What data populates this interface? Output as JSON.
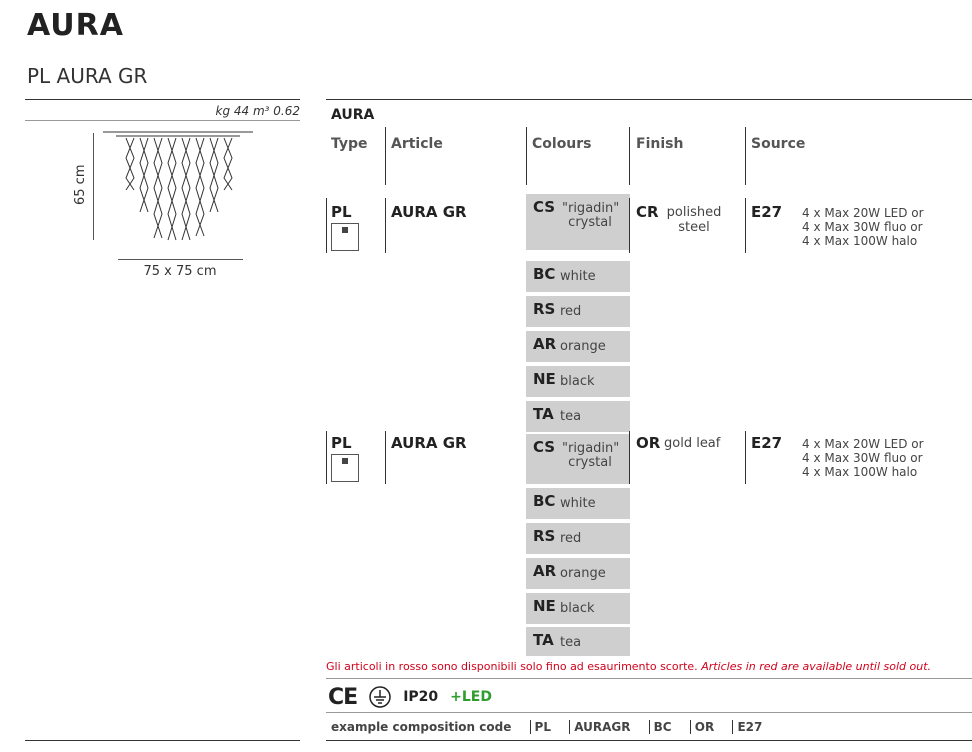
{
  "header": {
    "title": "AURA",
    "subtitle": "PL AURA GR"
  },
  "product_info": {
    "weight_volume": "kg 44 m³ 0.62",
    "height": "65 cm",
    "footprint": "75 x 75 cm"
  },
  "table": {
    "section": "AURA",
    "headers": {
      "type": "Type",
      "article": "Article",
      "colours": "Colours",
      "finish": "Finish",
      "source": "Source"
    },
    "rows": [
      {
        "type": "PL",
        "article": "AURA GR",
        "finish_code": "CR",
        "finish_name": "polished steel",
        "source_code": "E27",
        "source_desc": [
          "4 x Max 20W LED or",
          "4 x Max 30W fluo or",
          "4 x Max 100W halo"
        ],
        "colours": [
          {
            "code": "CS",
            "name": "\"rigadin\" crystal"
          },
          {
            "code": "BC",
            "name": "white"
          },
          {
            "code": "RS",
            "name": "red"
          },
          {
            "code": "AR",
            "name": "orange",
            "sold_out": true
          },
          {
            "code": "NE",
            "name": "black"
          },
          {
            "code": "TA",
            "name": "tea"
          }
        ]
      },
      {
        "type": "PL",
        "article": "AURA GR",
        "finish_code": "OR",
        "finish_name": "gold leaf",
        "source_code": "E27",
        "source_desc": [
          "4 x Max 20W LED or",
          "4 x Max 30W fluo or",
          "4 x Max 100W halo"
        ],
        "colours": [
          {
            "code": "CS",
            "name": "\"rigadin\" crystal"
          },
          {
            "code": "BC",
            "name": "white"
          },
          {
            "code": "RS",
            "name": "red"
          },
          {
            "code": "AR",
            "name": "orange",
            "sold_out": true
          },
          {
            "code": "NE",
            "name": "black"
          },
          {
            "code": "TA",
            "name": "tea"
          }
        ]
      }
    ]
  },
  "note": {
    "it": "Gli articoli in rosso sono disponibili solo fino ad esaurimento scorte.",
    "en": "Articles in red are available until sold out."
  },
  "certifications": {
    "ce": "CE",
    "ip": "IP20",
    "led": "+LED"
  },
  "example": {
    "label": "example composition code",
    "parts": [
      "PL",
      "AURAGR",
      "BC",
      "OR",
      "E27"
    ]
  },
  "colors": {
    "swatch": "#cfcfcf",
    "sold_out": "#d0021b",
    "led": "#2e9e2e"
  }
}
